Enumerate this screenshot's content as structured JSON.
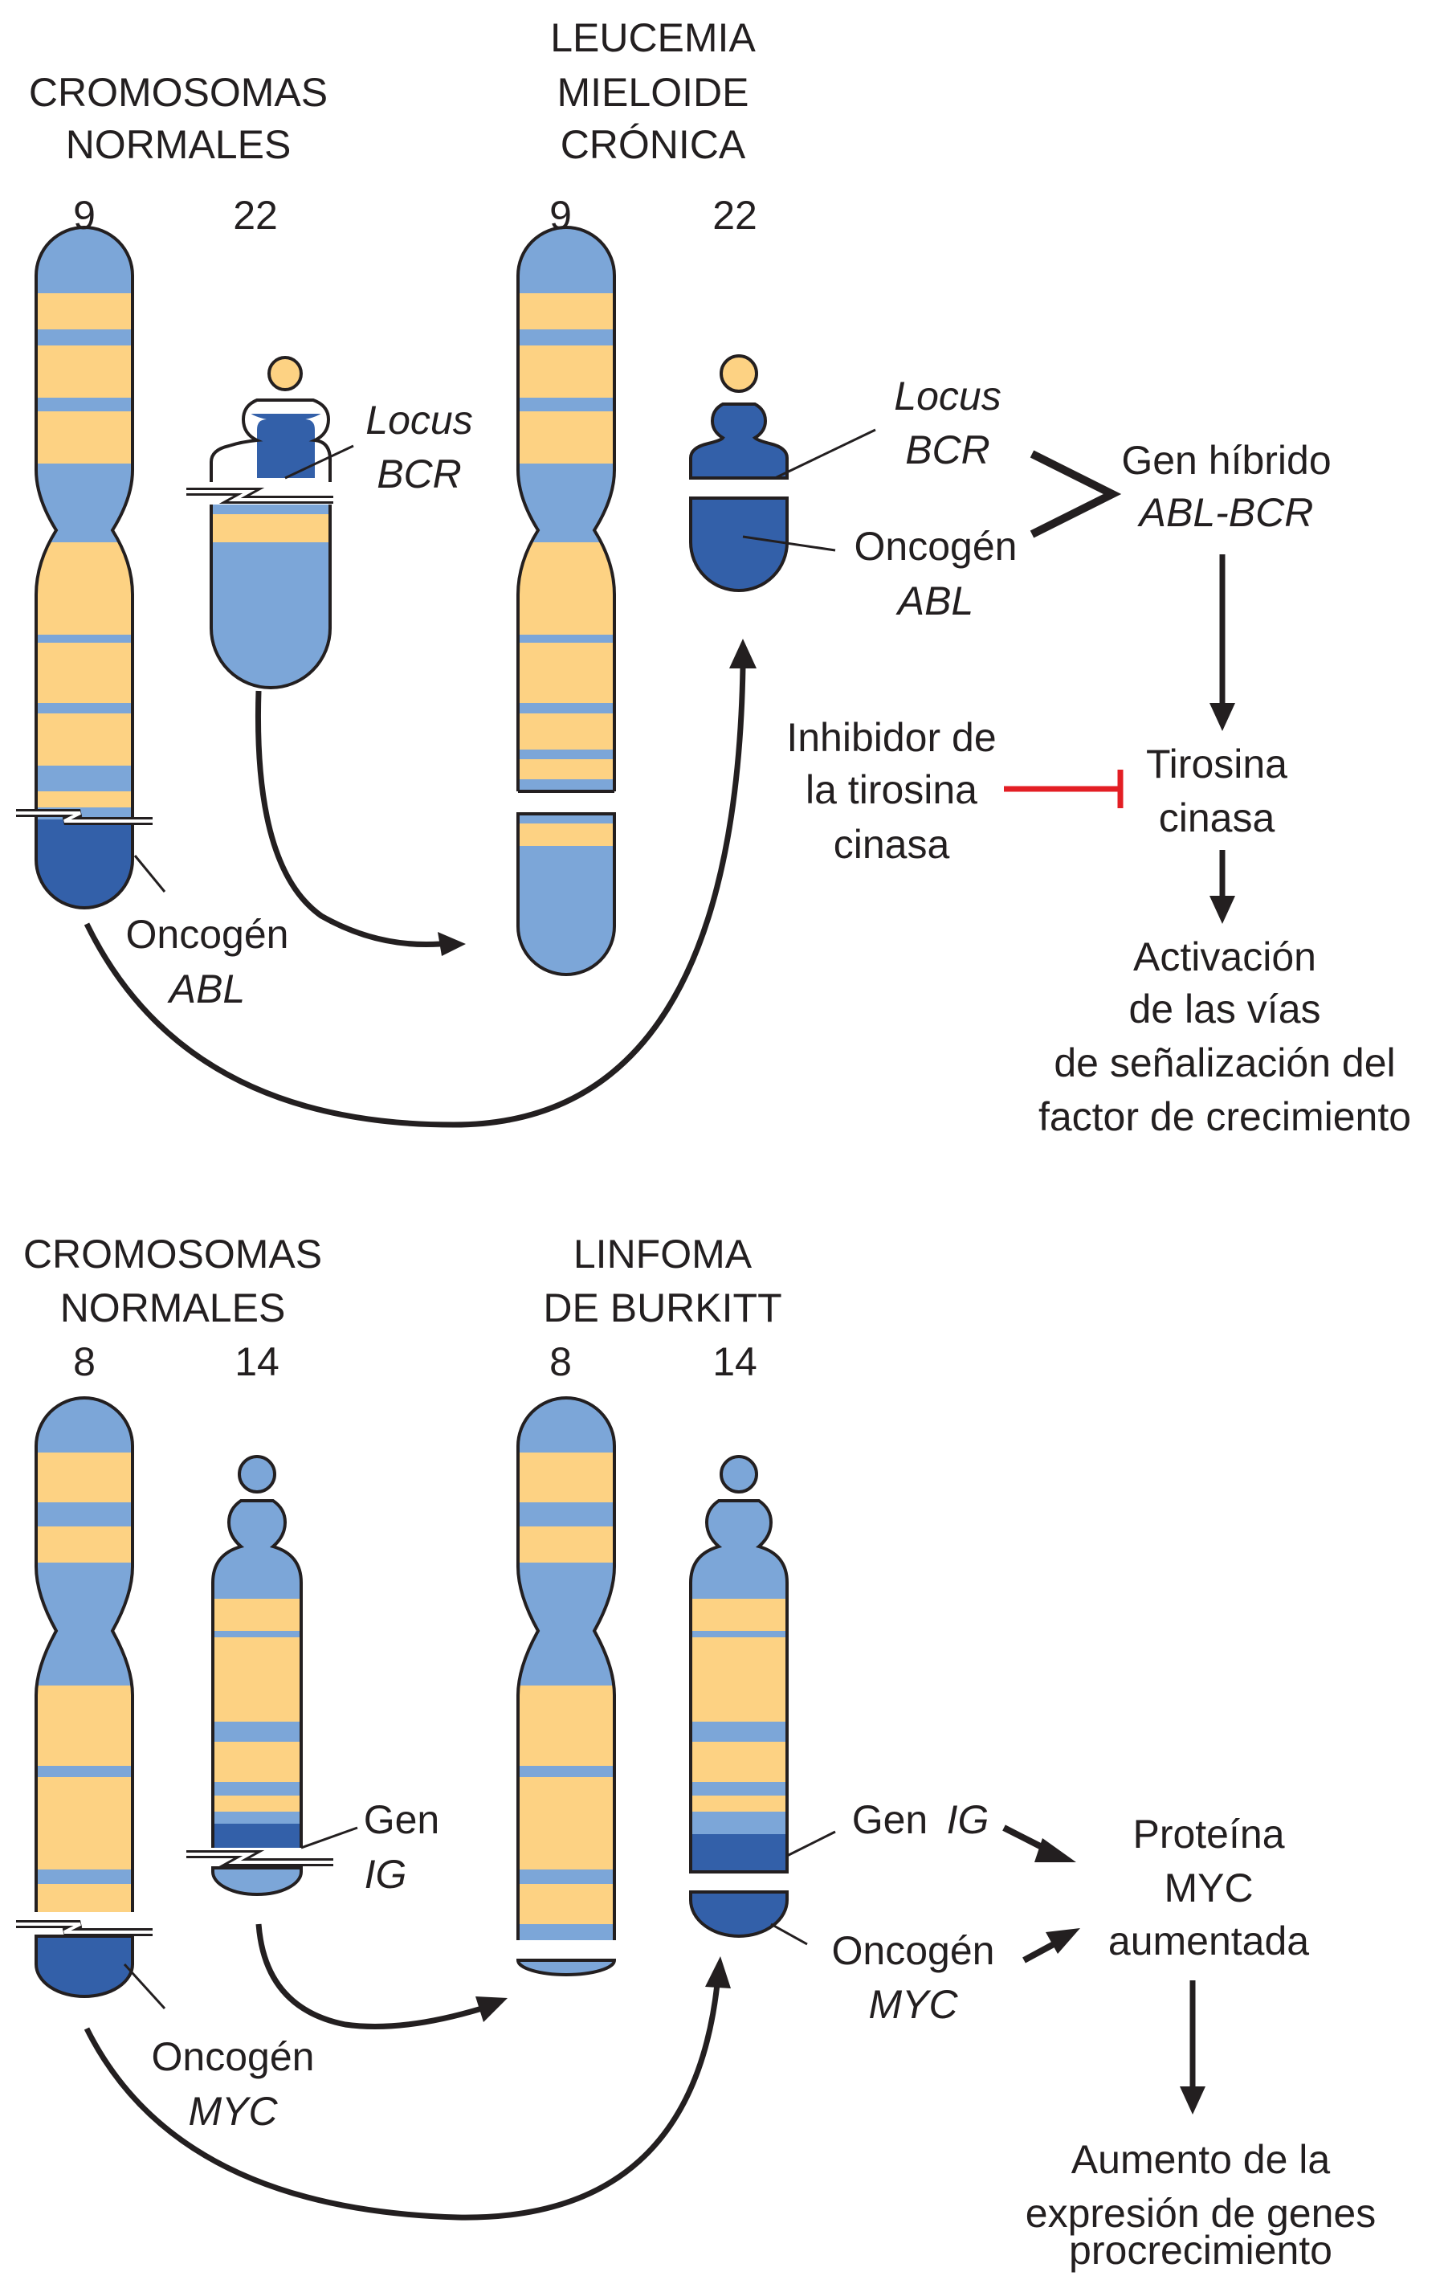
{
  "colors": {
    "light_blue": "#7ca6d8",
    "dark_blue": "#3360a9",
    "band_yellow": "#fdd283",
    "outline": "#231f20",
    "inhibit_red": "#e31e24"
  },
  "top": {
    "normal_title_1": "CROMOSOMAS",
    "normal_title_2": "NORMALES",
    "cml_title_1": "LEUCEMIA",
    "cml_title_2": "MIELOIDE",
    "cml_title_3": "CRÓNICA",
    "chr_9_left": "9",
    "chr_22_left": "22",
    "chr_9_right": "9",
    "chr_22_right": "22",
    "locus_left_1": "Locus",
    "locus_left_2": "BCR",
    "locus_right_1": "Locus",
    "locus_right_2": "BCR",
    "oncogen_right_1": "Oncogén",
    "oncogen_right_2": "ABL",
    "oncogen_left_1": "Oncogén",
    "oncogen_left_2": "ABL",
    "hybrid_1": "Gen híbrido",
    "hybrid_2": "ABL-BCR",
    "inhibitor_1": "Inhibidor de",
    "inhibitor_2": "la tirosina",
    "inhibitor_3": "cinasa",
    "tyrosine_1": "Tirosina",
    "tyrosine_2": "cinasa",
    "activation_1": "Activación",
    "activation_2": "de las vías",
    "activation_3": "de señalización del",
    "activation_4": "factor de crecimiento"
  },
  "bottom": {
    "normal_title_1": "CROMOSOMAS",
    "normal_title_2": "NORMALES",
    "burkitt_title_1": "LINFOMA",
    "burkitt_title_2": "DE BURKITT",
    "chr_8_left": "8",
    "chr_14_left": "14",
    "chr_8_right": "8",
    "chr_14_right": "14",
    "ig_left_1": "Gen",
    "ig_left_2": "IG",
    "myc_left_1": "Oncogén",
    "myc_left_2": "MYC",
    "ig_right_1": "Gen",
    "ig_right_2": "IG",
    "myc_right_1": "Oncogén",
    "myc_right_2": "MYC",
    "protein_1": "Proteína",
    "protein_2": "MYC",
    "protein_3": "aumentada",
    "expression_1": "Aumento de la",
    "expression_2": "expresión de genes",
    "expression_3": "procrecimiento"
  }
}
